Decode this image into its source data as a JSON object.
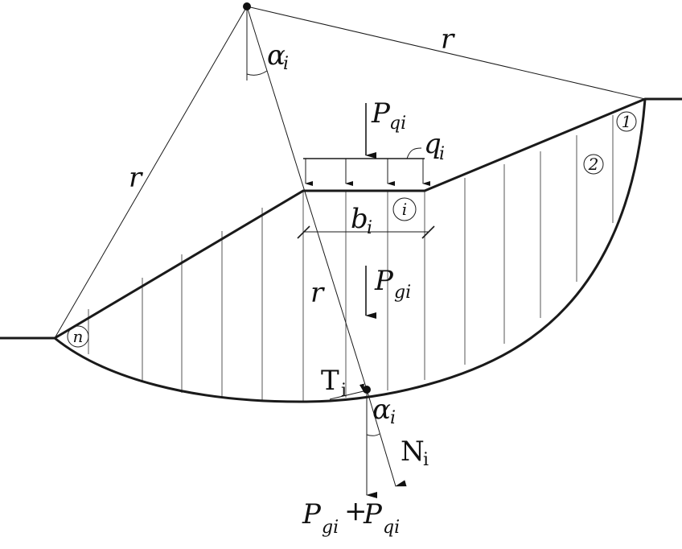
{
  "labels": {
    "radius_top": "r",
    "radius_left": "r",
    "radius_center": "r",
    "alpha_top": "α",
    "alpha_top_sub": "i",
    "p_q_top": "P",
    "p_q_top_sub": "qi",
    "q_load": "q",
    "q_load_sub": "i",
    "b_width": "b",
    "b_width_sub": "i",
    "p_g": "P",
    "p_g_sub": "gi",
    "t_force": "T",
    "t_force_sub": "i",
    "alpha_bottom": "α",
    "alpha_bottom_sub": "i",
    "n_force": "N",
    "n_force_sub": "i",
    "sum_p1": "P",
    "sum_p1_sub": "gi",
    "sum_plus": "+",
    "sum_p2": "P",
    "sum_p2_sub": "qi"
  },
  "slice_labels": {
    "slice_1": "1",
    "slice_2": "2",
    "slice_i": "i",
    "slice_n": "n"
  }
}
